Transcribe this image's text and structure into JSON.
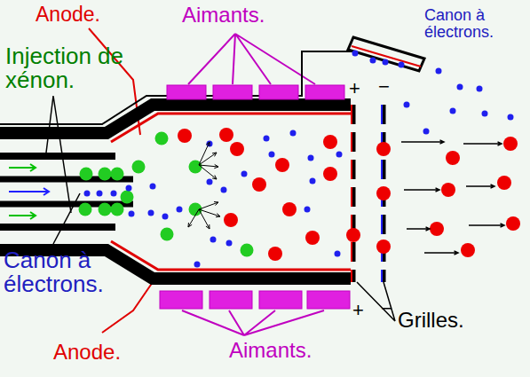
{
  "diagram": {
    "labels": [
      "Anode.",
      "Aimants.",
      "Canon à électrons.",
      "Injection de xénon.",
      "Canon à électrons.",
      "Anode.",
      "Aimants.",
      "Grilles.",
      "+",
      "−",
      "+",
      "−"
    ]
  }
}
